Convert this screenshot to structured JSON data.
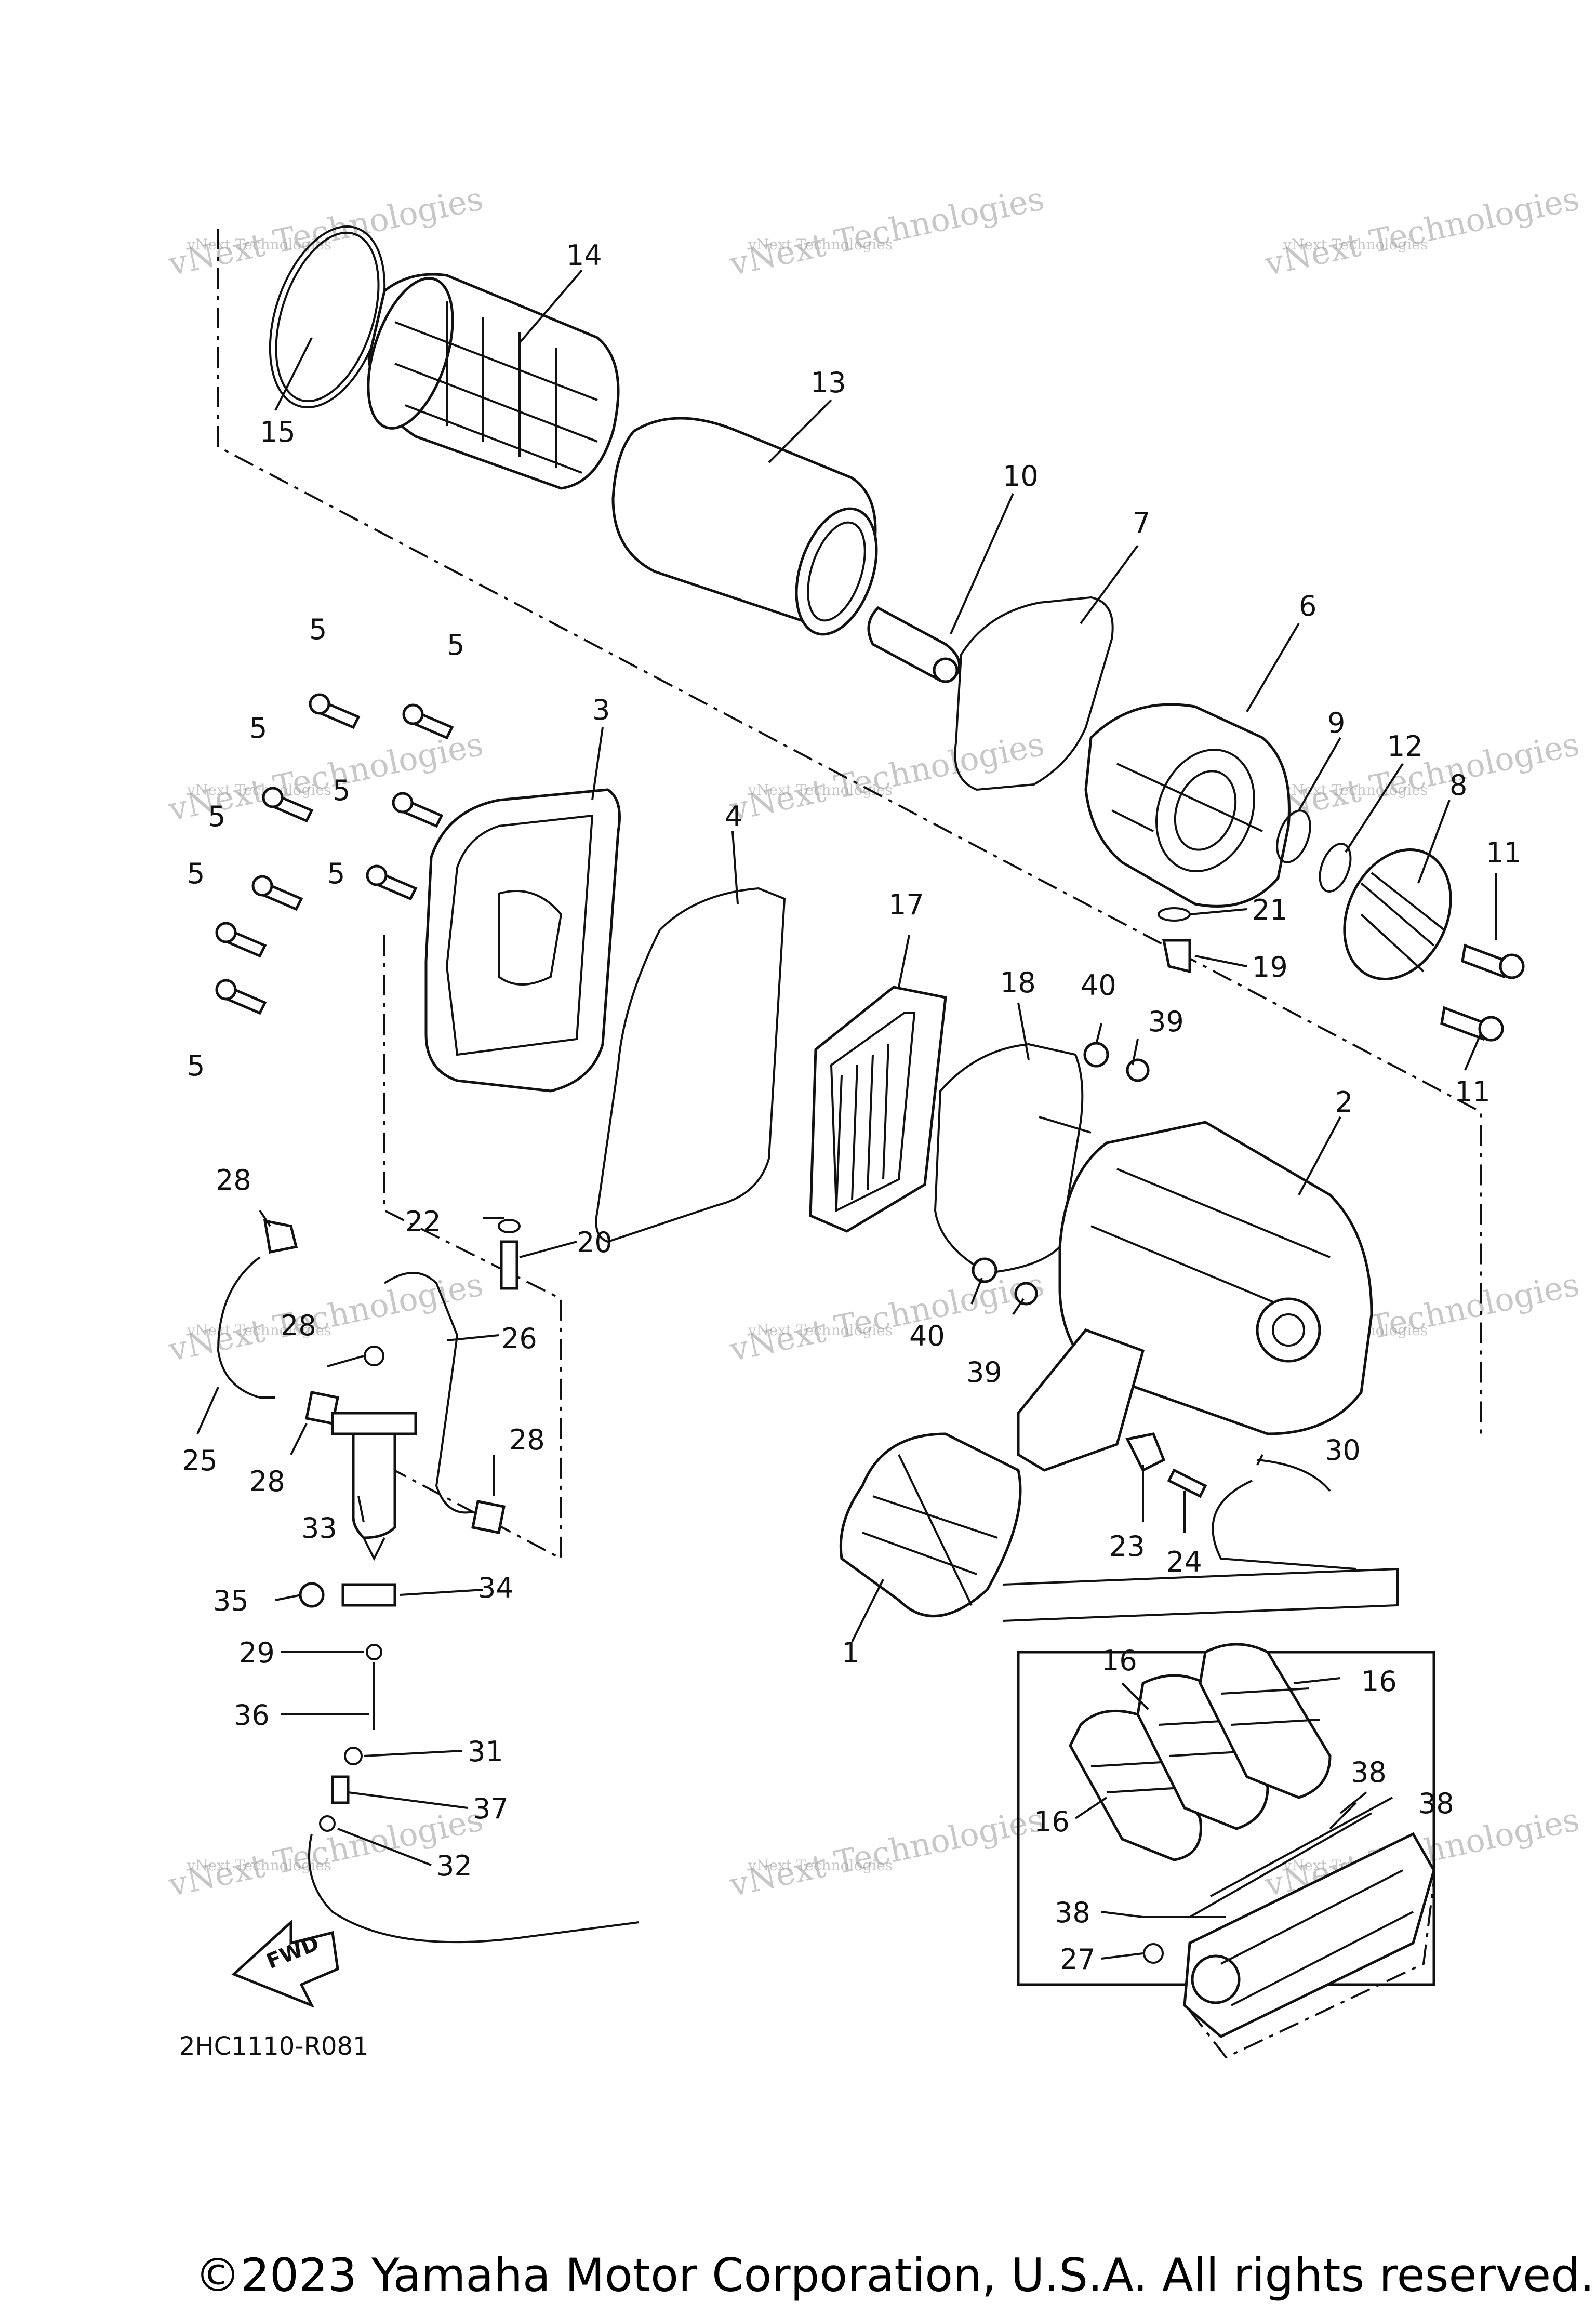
{
  "diagram": {
    "reference_code": "2HC1110-R081",
    "copyright": "©2023 Yamaha Motor Corporation, U.S.A. All rights reserved.",
    "fwd_label": "FWD",
    "watermark": {
      "line1": "vNext Technologies",
      "line2": "vNext Technologies"
    },
    "callouts": [
      "1",
      "2",
      "3",
      "4",
      "5",
      "6",
      "7",
      "8",
      "9",
      "10",
      "11",
      "12",
      "13",
      "14",
      "15",
      "16",
      "17",
      "18",
      "19",
      "20",
      "21",
      "22",
      "23",
      "24",
      "25",
      "26",
      "27",
      "28",
      "29",
      "30",
      "31",
      "32",
      "33",
      "34",
      "35",
      "36",
      "37",
      "38",
      "39",
      "40"
    ]
  }
}
